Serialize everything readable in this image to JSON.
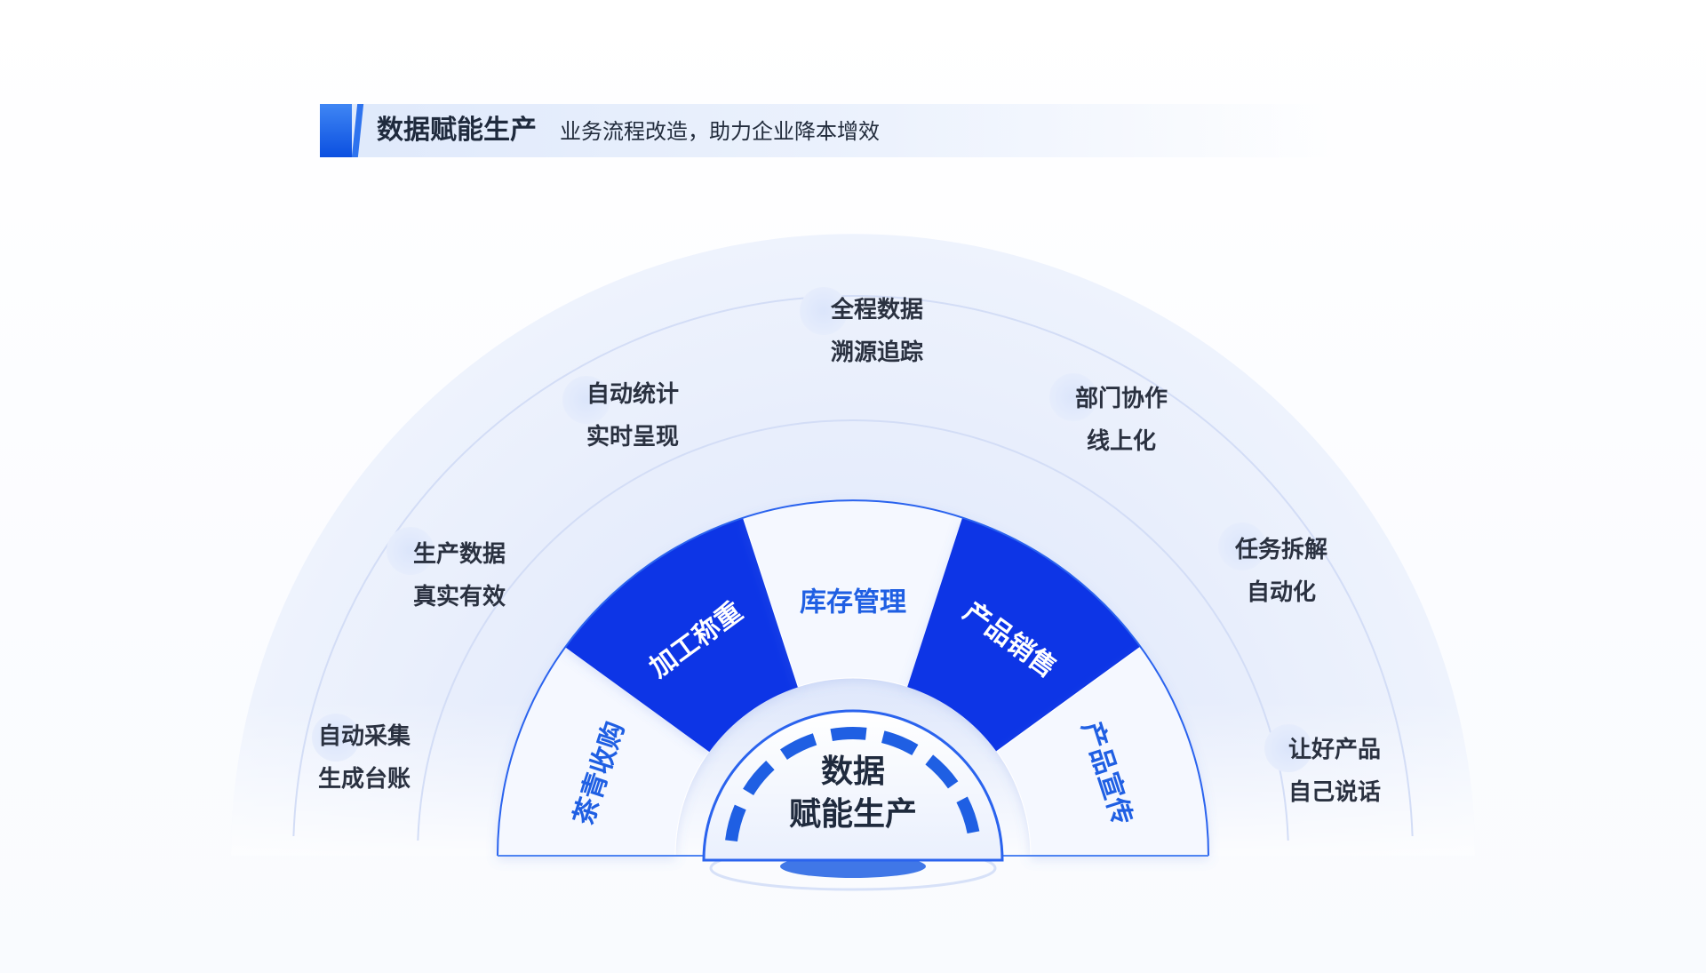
{
  "header": {
    "title": "数据赋能生产",
    "subtitle": "业务流程改造，助力企业降本增效"
  },
  "center": {
    "line1": "数据",
    "line2": "赋能生产"
  },
  "segments": [
    {
      "label": "茶青收购",
      "style": "light"
    },
    {
      "label": "加工称重",
      "style": "dark"
    },
    {
      "label": "库存管理",
      "style": "light"
    },
    {
      "label": "产品销售",
      "style": "dark"
    },
    {
      "label": "产品宣传",
      "style": "light"
    }
  ],
  "outer_items": [
    {
      "line1": "自动采集",
      "line2": "生成台账"
    },
    {
      "line1": "生产数据",
      "line2": "真实有效"
    },
    {
      "line1": "自动统计",
      "line2": "实时呈现"
    },
    {
      "line1": "全程数据",
      "line2": "溯源追踪"
    },
    {
      "line1": "部门协作",
      "line2": "线上化"
    },
    {
      "line1": "任务拆解",
      "line2": "自动化"
    },
    {
      "line1": "让好产品",
      "line2": "自己说话"
    }
  ],
  "colors": {
    "primary": "#0c36e6",
    "accent_text": "#1f5fe3",
    "light_segment": "#f5f8ff",
    "dark_text": "#2a3140"
  }
}
